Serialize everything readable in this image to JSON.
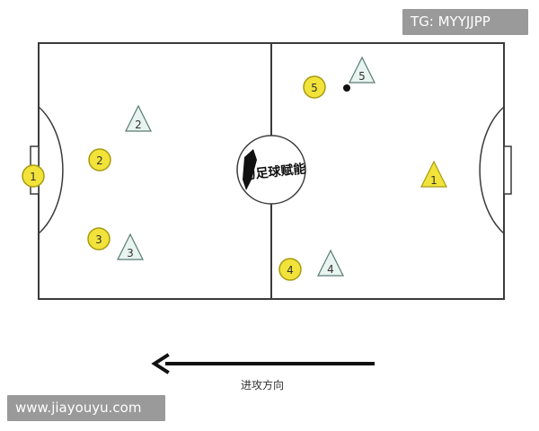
{
  "watermark_top": "TG: MYYJJPP",
  "watermark_bottom": "www.jiayouyu.com",
  "center_logo_text": "为足球赋能",
  "arrow_label": "进攻方向",
  "colors": {
    "field_line": "#3a3a3a",
    "circle_fill": "#f2e33a",
    "circle_stroke": "#a89a10",
    "tri_light_fill": "#e8f4f0",
    "tri_light_stroke": "#5a7a74",
    "tri_yellow_fill": "#f2e33a",
    "tri_yellow_stroke": "#a89a10",
    "ball": "#111111",
    "watermark_bg": "#9a9a9a"
  },
  "players": {
    "circles": [
      {
        "num": "1",
        "role": "goalkeeper"
      },
      {
        "num": "2"
      },
      {
        "num": "3"
      },
      {
        "num": "4"
      },
      {
        "num": "5"
      }
    ],
    "triangles_light": [
      {
        "num": "2"
      },
      {
        "num": "3"
      },
      {
        "num": "4"
      },
      {
        "num": "5"
      }
    ],
    "triangle_yellow": {
      "num": "1",
      "role": "goalkeeper"
    }
  }
}
